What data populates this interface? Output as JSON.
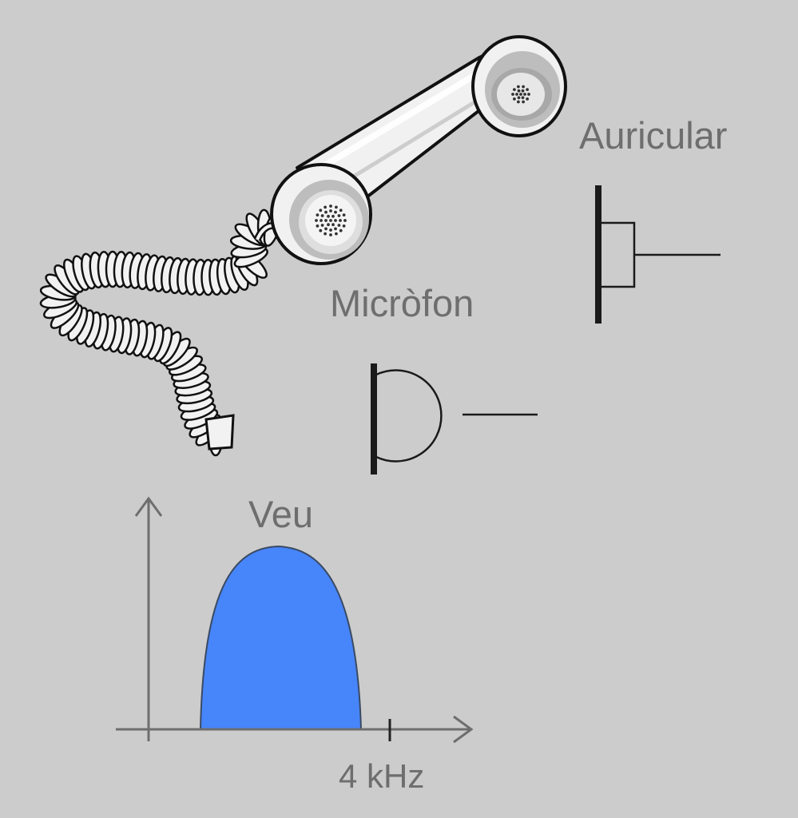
{
  "labels": {
    "earpiece": "Auricular",
    "microphone": "Micròfon",
    "voice": "Veu",
    "frequency_tick": "4 kHz"
  },
  "colors": {
    "background": "#cccccc",
    "label_text": "#6e6e6e",
    "voice_spectrum_fill": "#4785fa",
    "axis": "#6e6e6e",
    "symbol_stroke": "#1a1a1a",
    "handset_body": "#f1f1f1"
  },
  "icons": {
    "handset": "telephone-handset-icon",
    "cord": "coiled-cord-icon",
    "earpiece_symbol": "earpiece-symbol-icon",
    "microphone_symbol": "microphone-symbol-icon"
  }
}
